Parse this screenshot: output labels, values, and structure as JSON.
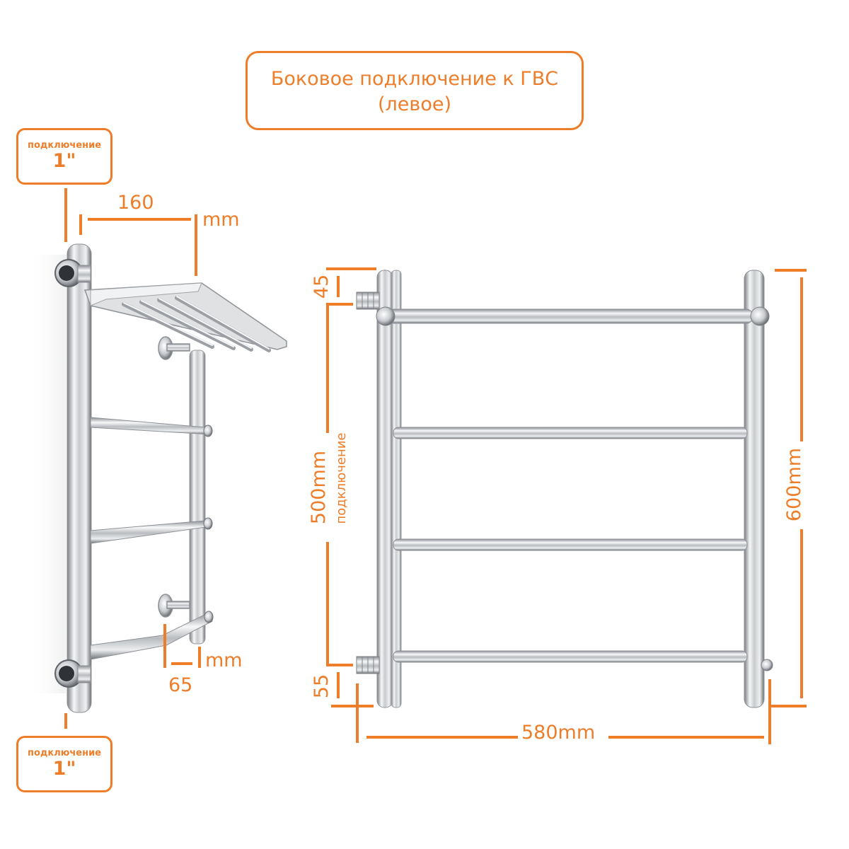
{
  "title": {
    "line1": "Боковое подключение к ГВС",
    "line2": "(левое)"
  },
  "connection_top": {
    "label": "подключение",
    "size": "1\""
  },
  "connection_bottom": {
    "label": "подключение",
    "size": "1\""
  },
  "side_view": {
    "depth_value": "160",
    "depth_unit": "mm",
    "offset_value": "65",
    "offset_unit": "mm"
  },
  "front_view": {
    "top_offset": "45",
    "connection_distance": "500mm",
    "connection_label": "подключение",
    "bottom_offset": "55",
    "height": "600mm",
    "width": "580mm",
    "rungs": 4
  },
  "colors": {
    "accent": "#ee7d2a",
    "chrome_dark": "#6f7378",
    "chrome_light": "#f4f5f6"
  }
}
